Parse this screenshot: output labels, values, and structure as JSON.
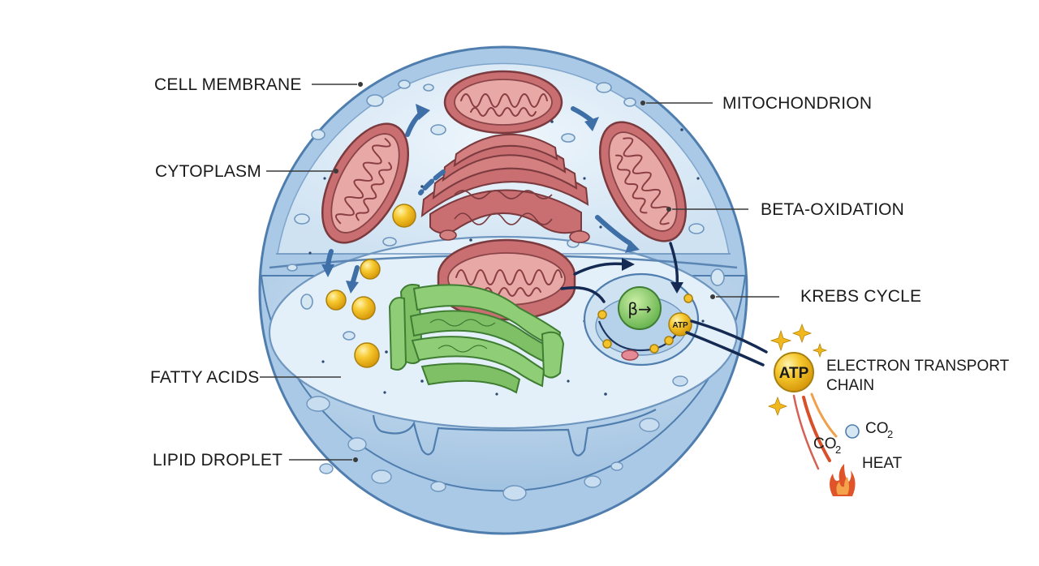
{
  "labels": {
    "cell_membrane": "CELL MEMBRANE",
    "cytoplasm": "CYTOPLASM",
    "fatty_acids": "FATTY ACIDS",
    "lipid_droplet": "LIPID DROPLET",
    "mitochondrion": "MITOCHONDRION",
    "beta_oxidation": "BETA-OXIDATION",
    "krebs_cycle": "KREBS CYCLE",
    "etc_line1": "ELECTRON TRANSPORT",
    "etc_line2": "CHAIN",
    "heat": "HEAT"
  },
  "symbols": {
    "atp_large": "ATP",
    "atp_small": "ATP",
    "beta": "β→",
    "co2_main": "CO",
    "co2_sub": "2"
  },
  "colors": {
    "membrane": "#a9c9e6",
    "cytoplasm": "#e3eff8",
    "mitochondrion": "#c96f72",
    "er": "#7fc067",
    "fatty_acid": "#f4c22b",
    "flow_arrow": "#3e6fa7",
    "heat": "#e0542a"
  }
}
